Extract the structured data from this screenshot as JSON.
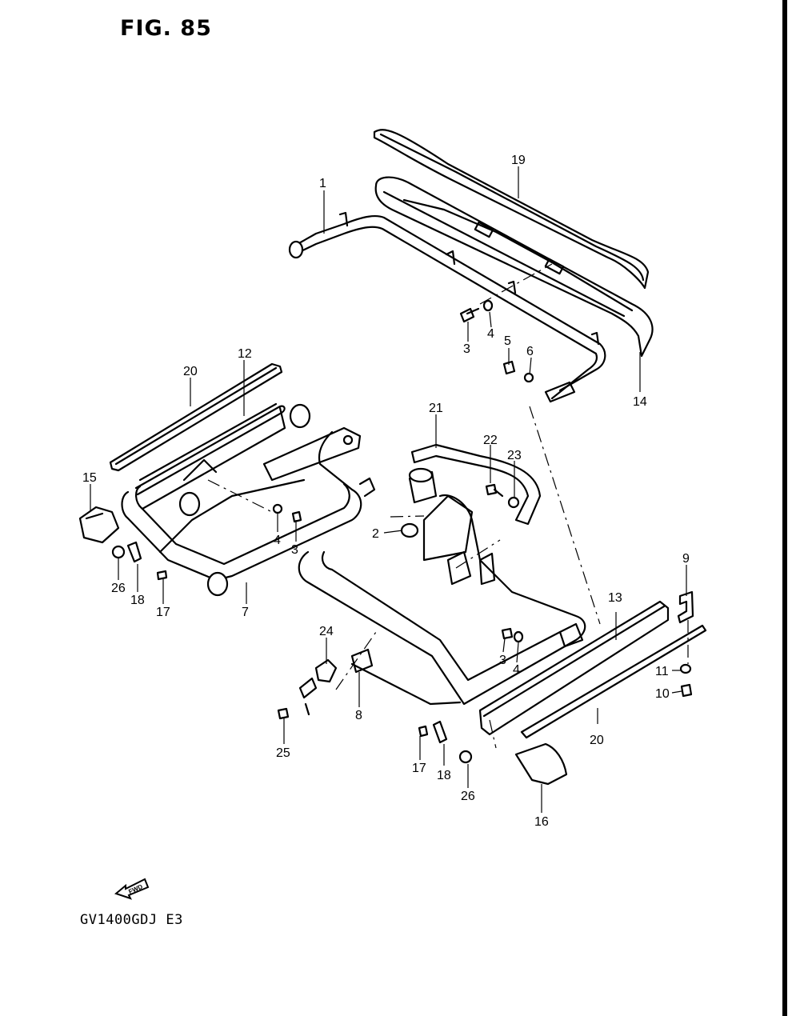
{
  "figure": {
    "title": "FIG. 85",
    "model_code": "GV1400GDJ E3"
  },
  "fwd_label": "FWD",
  "callouts": [
    {
      "id": "c1",
      "label": "1"
    },
    {
      "id": "c2",
      "label": "2"
    },
    {
      "id": "c3a",
      "label": "3"
    },
    {
      "id": "c3b",
      "label": "3"
    },
    {
      "id": "c3c",
      "label": "3"
    },
    {
      "id": "c4a",
      "label": "4"
    },
    {
      "id": "c4b",
      "label": "4"
    },
    {
      "id": "c4c",
      "label": "4"
    },
    {
      "id": "c5",
      "label": "5"
    },
    {
      "id": "c6",
      "label": "6"
    },
    {
      "id": "c7",
      "label": "7"
    },
    {
      "id": "c8",
      "label": "8"
    },
    {
      "id": "c9",
      "label": "9"
    },
    {
      "id": "c10",
      "label": "10"
    },
    {
      "id": "c11",
      "label": "11"
    },
    {
      "id": "c12",
      "label": "12"
    },
    {
      "id": "c13",
      "label": "13"
    },
    {
      "id": "c14",
      "label": "14"
    },
    {
      "id": "c15",
      "label": "15"
    },
    {
      "id": "c16",
      "label": "16"
    },
    {
      "id": "c17a",
      "label": "17"
    },
    {
      "id": "c17b",
      "label": "17"
    },
    {
      "id": "c18a",
      "label": "18"
    },
    {
      "id": "c18b",
      "label": "18"
    },
    {
      "id": "c19",
      "label": "19"
    },
    {
      "id": "c20a",
      "label": "20"
    },
    {
      "id": "c20b",
      "label": "20"
    },
    {
      "id": "c21",
      "label": "21"
    },
    {
      "id": "c22",
      "label": "22"
    },
    {
      "id": "c23",
      "label": "23"
    },
    {
      "id": "c24",
      "label": "24"
    },
    {
      "id": "c25",
      "label": "25"
    },
    {
      "id": "c26a",
      "label": "26"
    },
    {
      "id": "c26b",
      "label": "26"
    }
  ]
}
